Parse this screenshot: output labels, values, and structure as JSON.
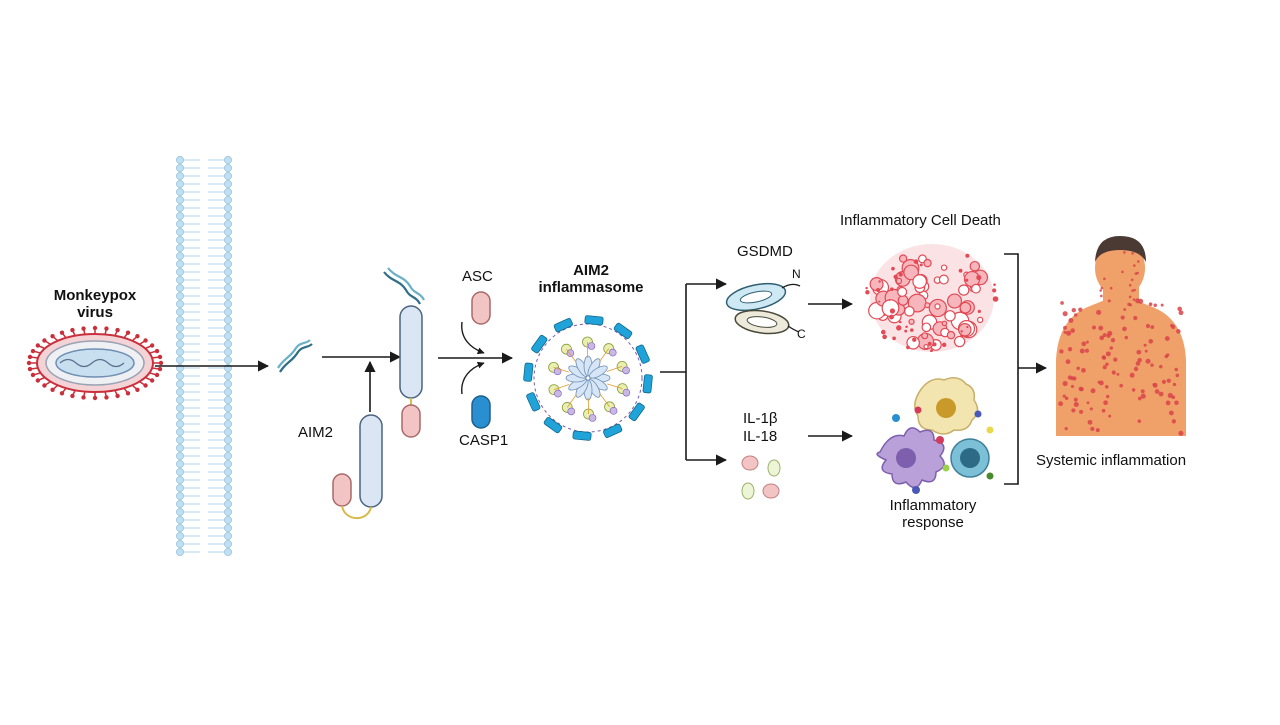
{
  "labels": {
    "virus_line1": "Monkeypox",
    "virus_line2": "virus",
    "aim2": "AIM2",
    "asc": "ASC",
    "casp1": "CASP1",
    "inflammasome_line1": "AIM2",
    "inflammasome_line2": "inflammasome",
    "gsdmd": "GSDMD",
    "gsdmd_n": "N",
    "gsdmd_c": "C",
    "il1b": "IL-1β",
    "il18": "IL-18",
    "cell_death": "Inflammatory Cell Death",
    "response_line1": "Inflammatory",
    "response_line2": "response",
    "systemic": "Systemic inflammation"
  },
  "colors": {
    "membrane": "#bfe0f2",
    "aim2_domain": "#dbe6f4",
    "pyd_domain": "#f2c4c4",
    "asc": "#f2c4c4",
    "casp1": "#2a8fd0",
    "inflammasome_blue": "#1fa3d8",
    "virus_spike": "#c9303c",
    "cell_death_red": "#e24a55",
    "skin": "#f0a069",
    "hair": "#4a3a33",
    "arrow": "#1a1a1a"
  }
}
